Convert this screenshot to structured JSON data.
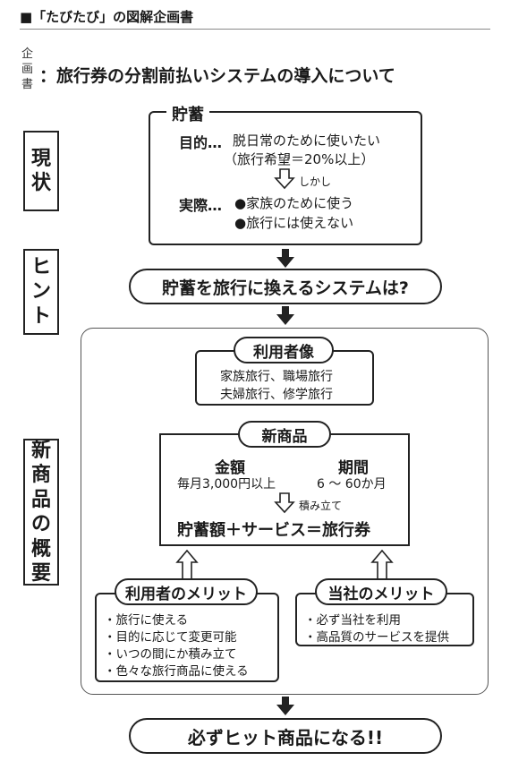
{
  "header": {
    "title": "■「たびたび」の図解企画書"
  },
  "plan": {
    "label_chars": [
      "企",
      "画",
      "書"
    ],
    "title": "：旅行券の分割前払いシステムの導入について"
  },
  "sections": {
    "current": [
      "現",
      "状"
    ],
    "hint": [
      "ヒ",
      "ン",
      "ト"
    ],
    "overview": [
      "新",
      "商",
      "品",
      "の",
      "概",
      "要"
    ]
  },
  "savings": {
    "title": "貯蓄",
    "purpose_label": "目的…",
    "purpose_text": "脱日常のために使いたい",
    "purpose_note": "（旅行希望＝20%以上）",
    "connector": "しかし",
    "reality_label": "実際…",
    "reality_items": [
      "●家族のために使う",
      "●旅行には使えない"
    ]
  },
  "hint_box": {
    "text": "貯蓄を旅行に換えるシステムは?"
  },
  "users": {
    "title": "利用者像",
    "line1": "家族旅行、職場旅行",
    "line2": "夫婦旅行、修学旅行"
  },
  "product": {
    "title": "新商品",
    "amount_label": "金額",
    "amount_value": "毎月3,000円以上",
    "period_label": "期間",
    "period_value": "6 〜 60か月",
    "connector": "積み立て",
    "formula": "貯蓄額＋サービス＝旅行券"
  },
  "user_merits": {
    "title": "利用者のメリット",
    "items": [
      "・旅行に使える",
      "・目的に応じて変更可能",
      "・いつの間にか積み立て",
      "・色々な旅行商品に使える"
    ]
  },
  "company_merits": {
    "title": "当社のメリット",
    "items": [
      "・必ず当社を利用",
      "・高品質のサービスを提供"
    ]
  },
  "result": {
    "text": "必ずヒット商品になる!!"
  }
}
